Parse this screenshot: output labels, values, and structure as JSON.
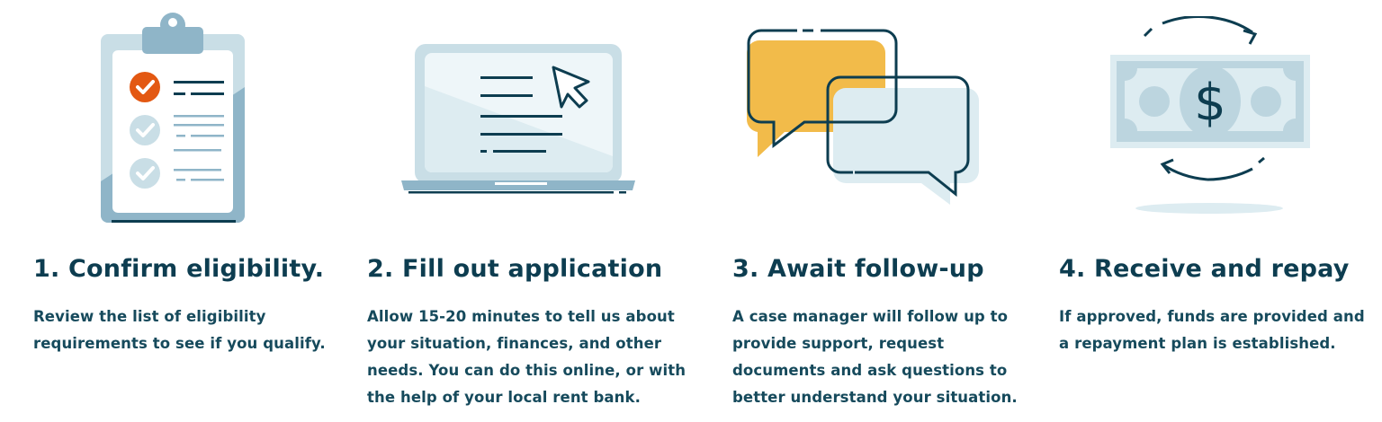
{
  "colors": {
    "navy": "#0d3d50",
    "light_blue": "#c9dee6",
    "mid_blue": "#8fb5c8",
    "pale_blue": "#ddecf1",
    "orange": "#e35812",
    "yellow": "#f2bb4a"
  },
  "steps": [
    {
      "icon": "clipboard-checklist-icon",
      "title": "1. Confirm eligibility.",
      "description_lines": [
        "Review the list of eligibility",
        "requirements to see if you qualify."
      ]
    },
    {
      "icon": "laptop-cursor-icon",
      "title": "2. Fill out application",
      "description_lines": [
        "Allow 15-20 minutes to tell us about",
        "your situation, finances, and other",
        "needs. You can do this online, or with",
        "the help of your local rent bank."
      ]
    },
    {
      "icon": "chat-bubbles-icon",
      "title": "3. Await follow-up",
      "description_lines": [
        "A case manager will follow up to",
        "provide support, request",
        "documents and ask questions to",
        "better understand your situation."
      ]
    },
    {
      "icon": "money-exchange-icon",
      "title": "4. Receive and repay",
      "description_lines": [
        "If approved, funds are provided and",
        "a repayment plan is established."
      ]
    }
  ]
}
